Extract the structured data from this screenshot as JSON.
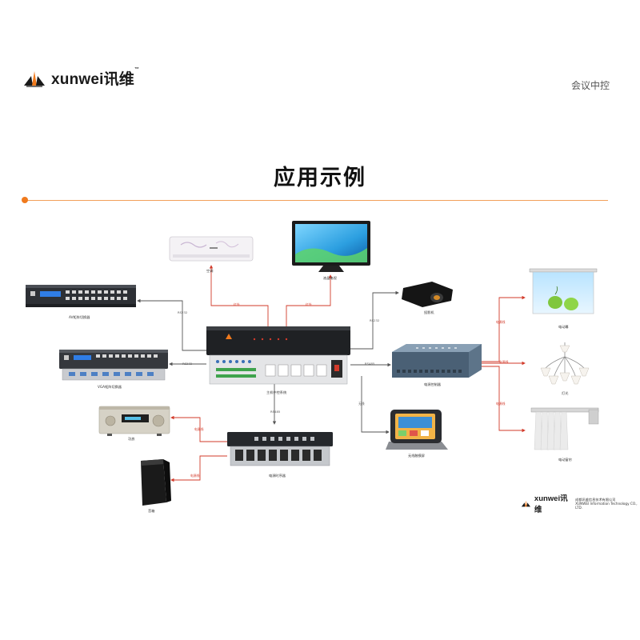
{
  "header": {
    "brand_latin": "xunwei",
    "brand_cn": "讯维",
    "brand_tm": "™",
    "section": "会议中控"
  },
  "title": "应用示例",
  "devices": {
    "air_conditioner": "空调",
    "lcd_tv": "液晶电视",
    "projector": "投影机",
    "av_matrix": "AV矩阵切换器",
    "vga_matrix": "VGA矩阵切换器",
    "central_controller": "主机中控系统",
    "power_controller": "电源控制器",
    "amplifier": "功放",
    "speaker": "音箱",
    "power_sequencer": "电源时序器",
    "touch_panel": "无线触摸屏",
    "screen": "电动幕",
    "lamp": "灯光",
    "curtain": "电动窗帘"
  },
  "wire_labels": {
    "ir_ac": "红外",
    "ir_tv": "红外",
    "rs232_av": "RS232",
    "rs232_vga": "RS232",
    "rs232_proj": "RS232",
    "rs485_power": "RS485",
    "rs485_seq": "RS485",
    "wireless": "无线",
    "power_line_amp": "电源线",
    "power_line_spk": "电源线",
    "power_line_screen": "电源线",
    "power_line_lamp": "电源线",
    "power_line_curtain": "电源线"
  },
  "footer": {
    "brand_latin": "xunwei",
    "brand_cn": "讯维",
    "company_cn": "成都讯维信息技术有限公司",
    "company_en": "XUNWEI Information Technology CO., LTD."
  },
  "colors": {
    "accent_orange": "#f07a1d",
    "control_wire": "#555555",
    "power_wire": "#d23a2a"
  }
}
